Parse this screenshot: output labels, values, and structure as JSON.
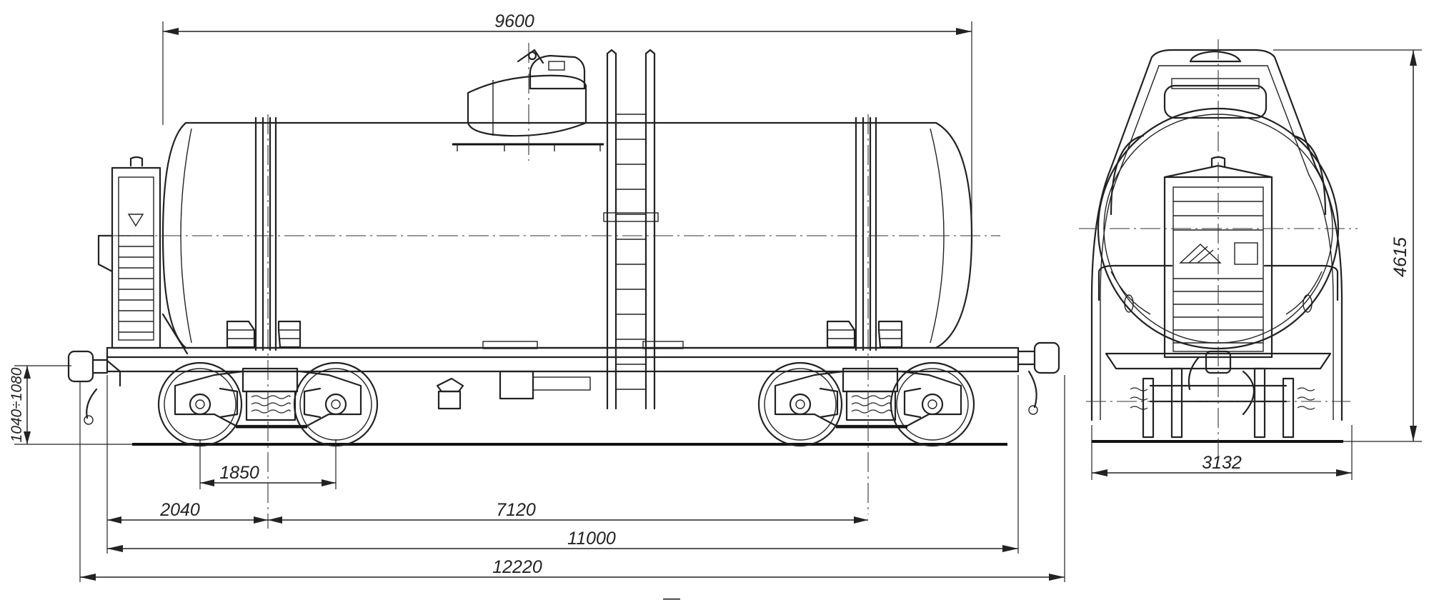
{
  "dimensions": {
    "tank_length": "9600",
    "bogie_wheelbase": "1850",
    "end_to_bogie_pivot": "2040",
    "bogie_pivot_spacing": "7120",
    "frame_length": "11000",
    "overall_length": "12220",
    "coupler_height": "1040÷1080",
    "overall_height": "4615",
    "overall_width": "3132"
  },
  "footer_mark": "—"
}
